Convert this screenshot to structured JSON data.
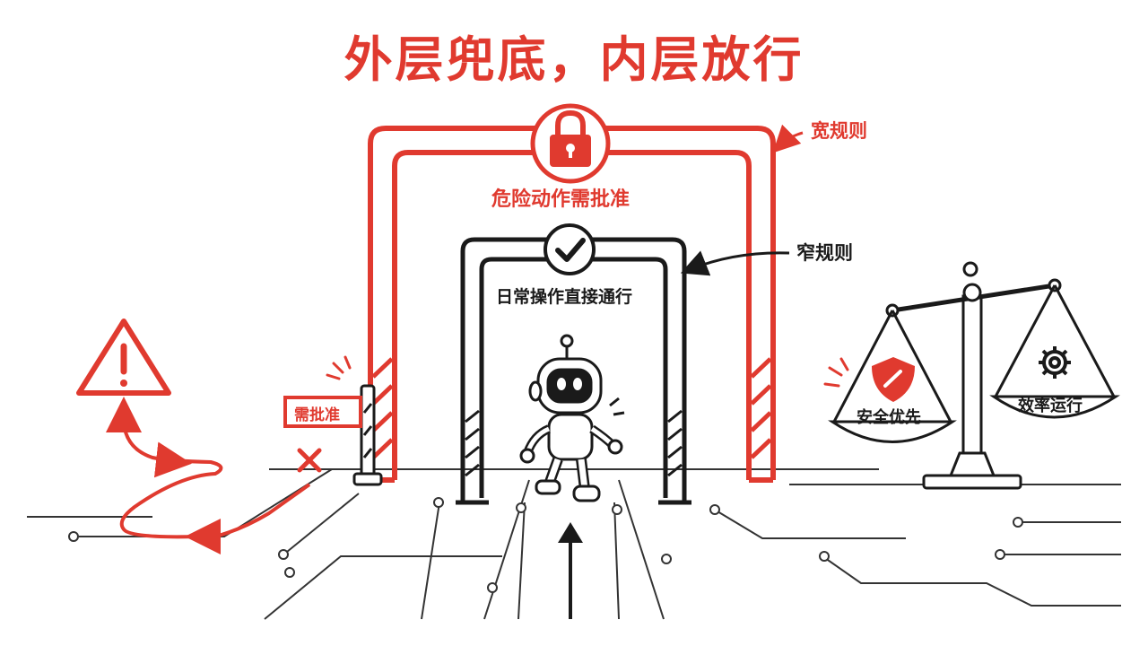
{
  "title": "外层兜底，内层放行",
  "outer_gate": {
    "icon": "lock-icon",
    "label": "危险动作需批准",
    "callout": "宽规则"
  },
  "inner_gate": {
    "icon": "check-icon",
    "label": "日常操作直接通行",
    "callout": "窄规则"
  },
  "barrier": {
    "sign": "需批准",
    "mark_icon": "cross-icon"
  },
  "warning": {
    "icon": "warning-icon"
  },
  "scale": {
    "left_pan": {
      "icon": "shield-icon",
      "label": "安全优先"
    },
    "right_pan": {
      "icon": "gear-icon",
      "label": "效率运行"
    }
  },
  "agent": {
    "icon": "robot-icon"
  },
  "colors": {
    "accent": "#e03a2f",
    "ink": "#1a1a1a",
    "background": "#ffffff"
  }
}
